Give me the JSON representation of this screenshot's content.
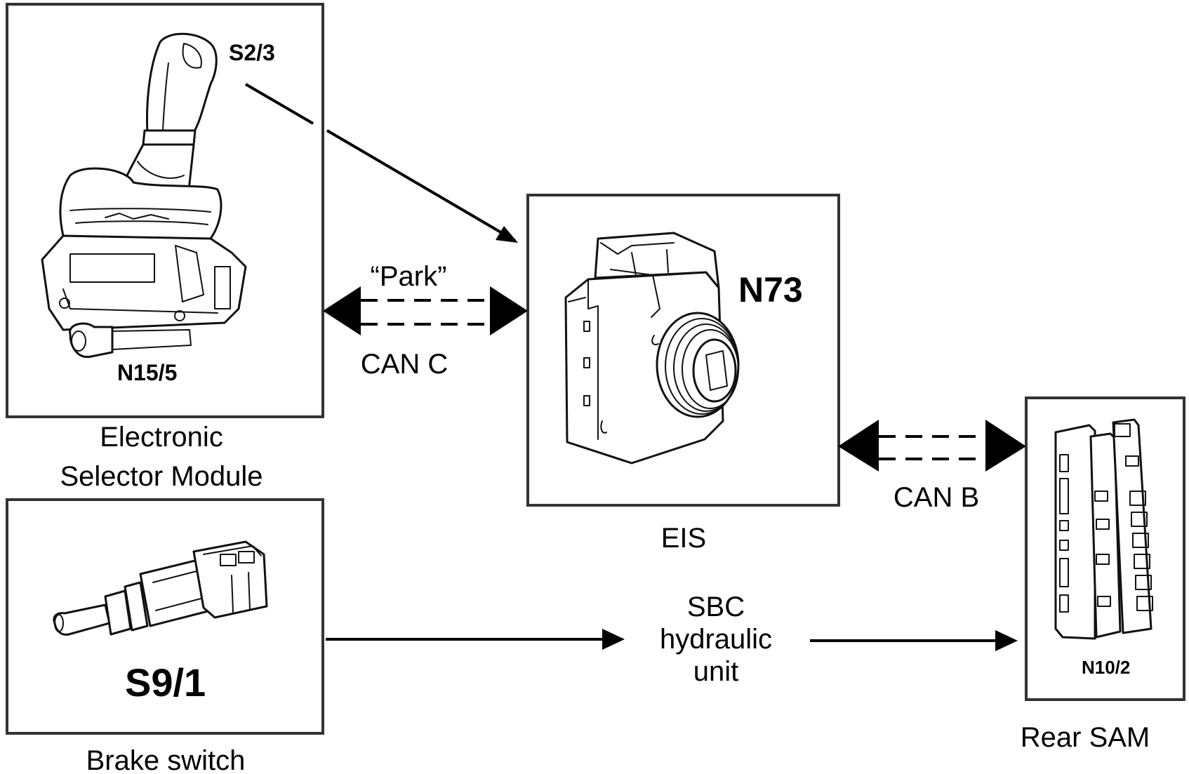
{
  "modules": {
    "esm": {
      "code_shifter": "S2/3",
      "code_module": "N15/5",
      "caption_line1": "Electronic",
      "caption_line2": "Selector Module"
    },
    "eis": {
      "code": "N73",
      "caption": "EIS"
    },
    "brake": {
      "code": "S9/1",
      "caption": "Brake switch"
    },
    "rear_sam": {
      "code": "N10/2",
      "caption": "Rear SAM"
    }
  },
  "connections": {
    "can_c": {
      "signal": "“Park”",
      "label": "CAN C"
    },
    "can_b": {
      "label": "CAN B"
    },
    "sbc": {
      "line1": "SBC",
      "line2": "hydraulic",
      "line3": "unit"
    }
  },
  "colors": {
    "stroke": "#000000",
    "frame": "#333333",
    "background": "#ffffff"
  }
}
